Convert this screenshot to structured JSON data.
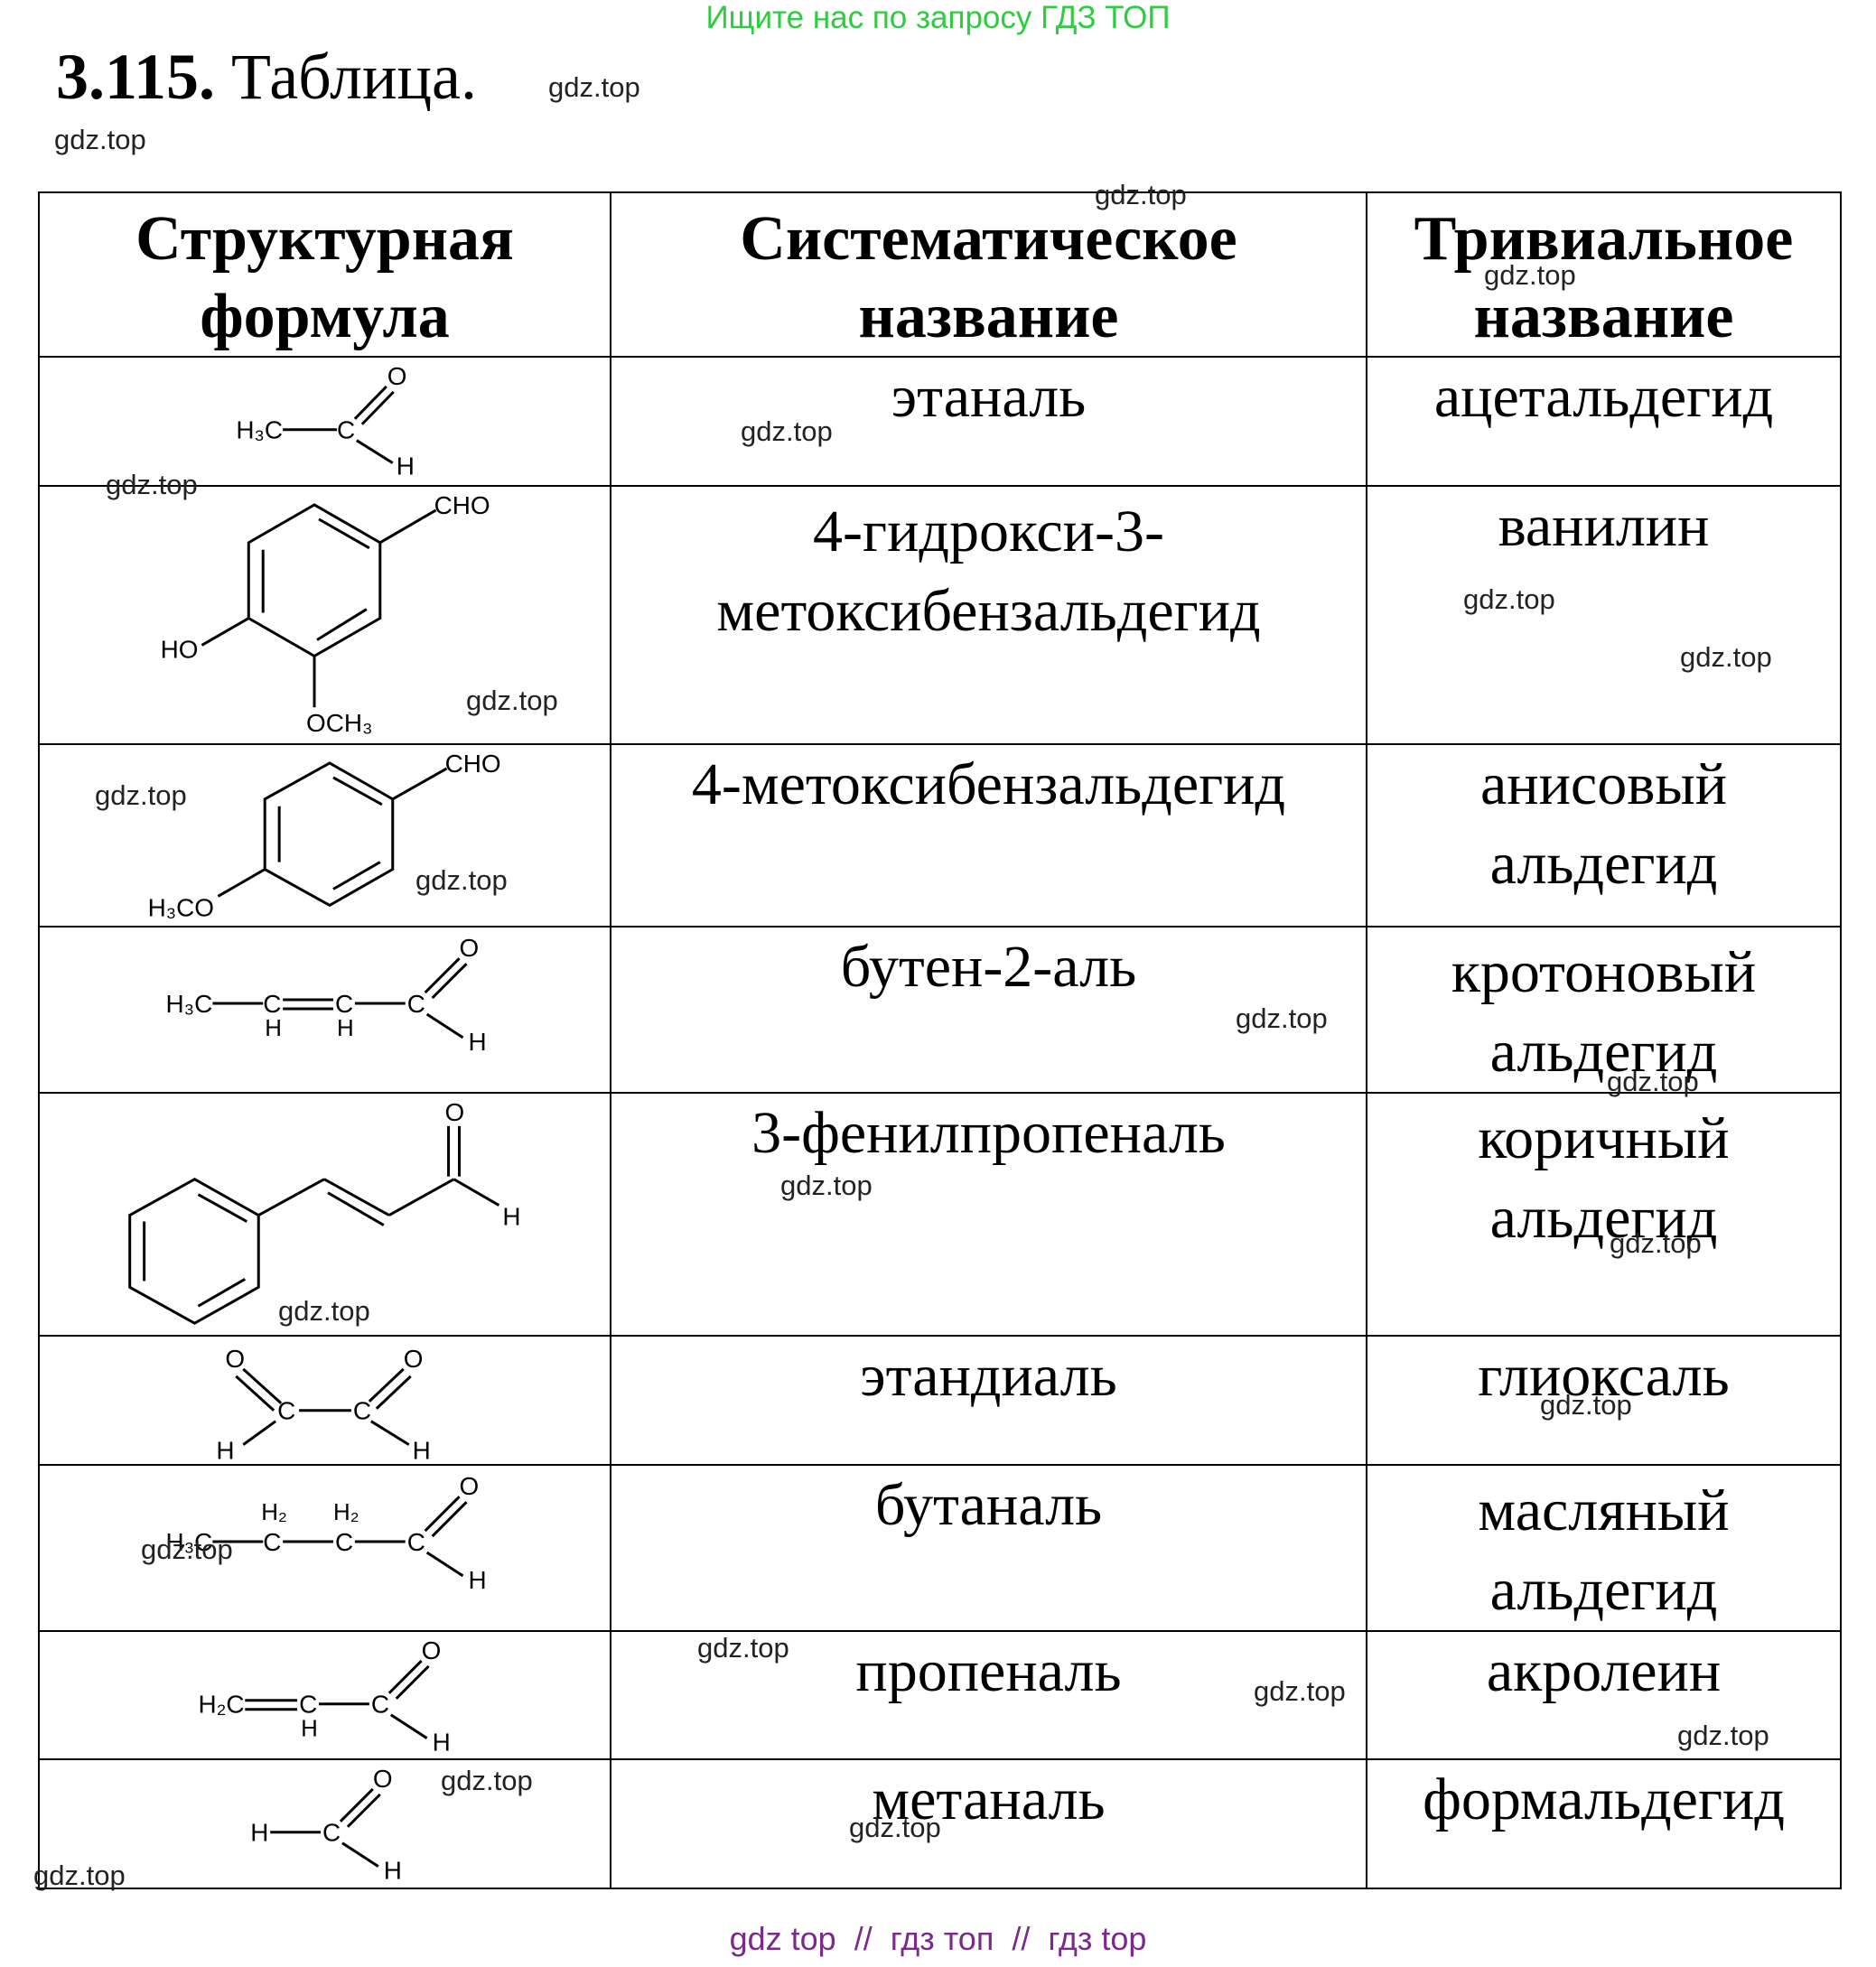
{
  "banner": "Ищите нас по запросу ГДЗ ТОП",
  "title": {
    "number": "3.115.",
    "text": "Таблица."
  },
  "watermark": "gdz.top",
  "table": {
    "headers": [
      "Структурная формула",
      "Систематическое название",
      "Тривиальное название"
    ],
    "rows": [
      {
        "systematic": "этаналь",
        "trivial": "ацетальдегид"
      },
      {
        "systematic": "4-гидрокси-3-метоксибензальдегид",
        "trivial": "ванилин"
      },
      {
        "systematic": "4-метоксибензальдегид",
        "trivial": "анисовый альдегид"
      },
      {
        "systematic": "бутен-2-аль",
        "trivial": "кротоновый альдегид"
      },
      {
        "systematic": "3-фенилпропеналь",
        "trivial": "коричный альдегид"
      },
      {
        "systematic": "этандиаль",
        "trivial": "глиоксаль"
      },
      {
        "systematic": "бутаналь",
        "trivial": "масляный альдегид"
      },
      {
        "systematic": "пропеналь",
        "trivial": "акролеин"
      },
      {
        "systematic": "метаналь",
        "trivial": "формальдегид"
      }
    ]
  },
  "atoms": {
    "O": "O",
    "H": "H",
    "C": "C",
    "H3C": "H₃C",
    "H2C": "H₂C",
    "H2": "H₂",
    "CHO": "CHO",
    "HO": "HO",
    "OCH3": "OCH₃",
    "H3CO": "H₃CO"
  },
  "footer": "gdz top  //  гдз топ  //  гдз top"
}
